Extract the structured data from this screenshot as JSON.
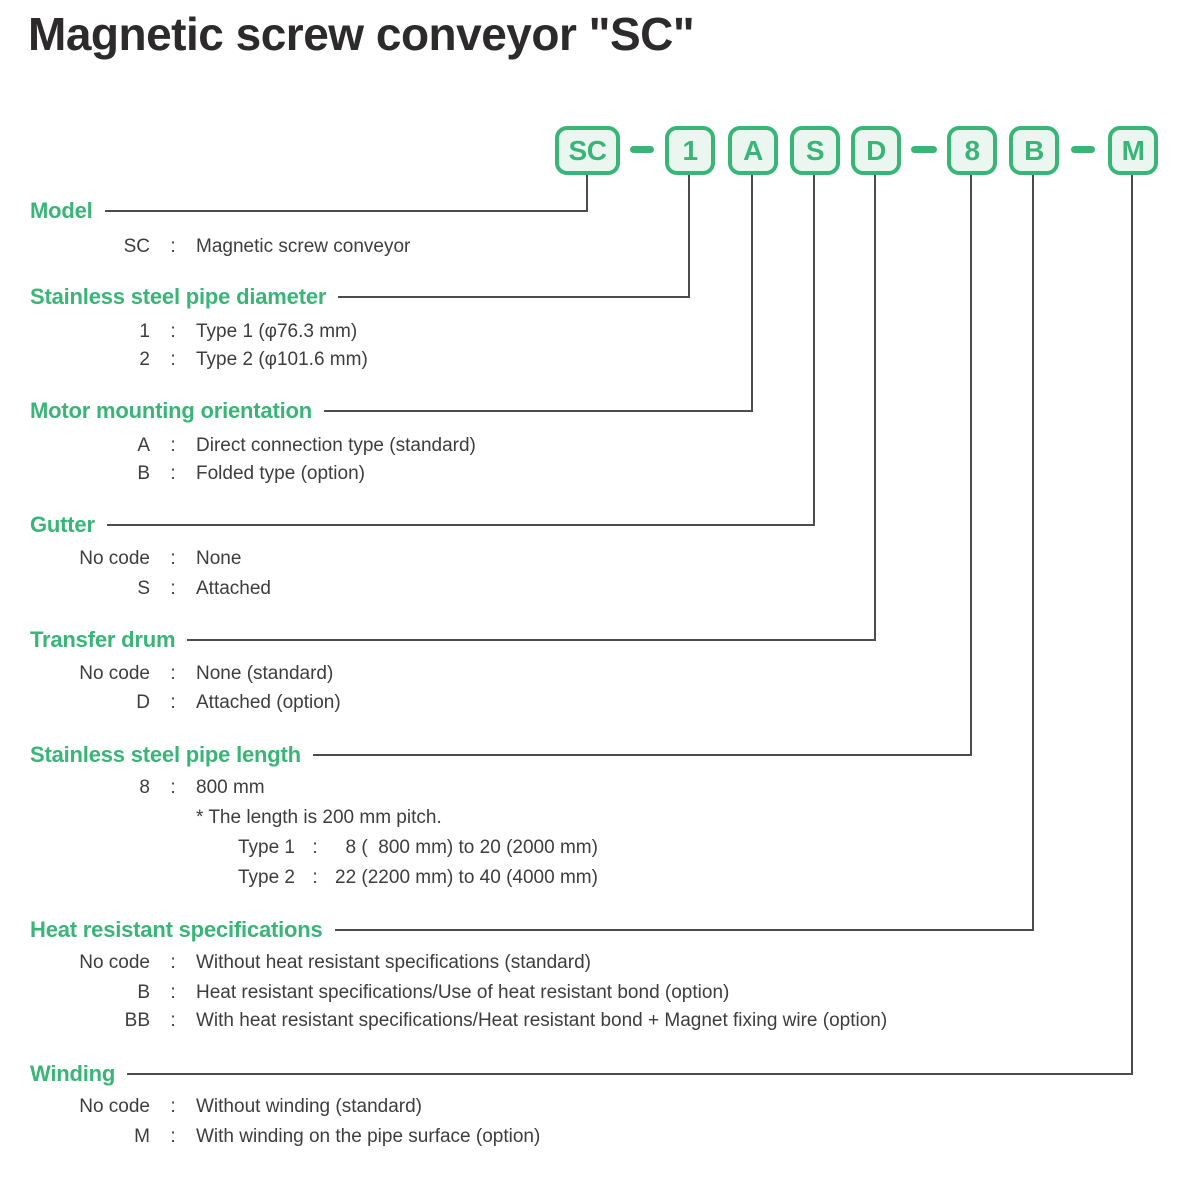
{
  "title": "Magnetic screw conveyor \"SC\"",
  "colors": {
    "accent_green": "#3ab578",
    "box_fill": "#ecf6f0",
    "connector_gray": "#4c4c4c",
    "body_text": "#3e3c3d",
    "title_text": "#2d2a2b"
  },
  "code_row": {
    "items": [
      {
        "kind": "box",
        "label": "SC"
      },
      {
        "kind": "dash",
        "label": "-"
      },
      {
        "kind": "box",
        "label": "1"
      },
      {
        "kind": "box",
        "label": "A"
      },
      {
        "kind": "box",
        "label": "S"
      },
      {
        "kind": "box",
        "label": "D"
      },
      {
        "kind": "dash",
        "label": "-"
      },
      {
        "kind": "box",
        "label": "8"
      },
      {
        "kind": "box",
        "label": "B"
      },
      {
        "kind": "dash",
        "label": "-"
      },
      {
        "kind": "box",
        "label": "M"
      }
    ]
  },
  "sections": [
    {
      "heading": "Model",
      "rows": [
        {
          "code": "SC",
          "colon": ":",
          "desc": "Magnetic screw conveyor"
        }
      ]
    },
    {
      "heading": "Stainless steel pipe diameter",
      "rows": [
        {
          "code": "1",
          "colon": ":",
          "desc": "Type 1 (φ76.3 mm)"
        },
        {
          "code": "2",
          "colon": ":",
          "desc": "Type 2 (φ101.6 mm)"
        }
      ]
    },
    {
      "heading": "Motor mounting orientation",
      "rows": [
        {
          "code": "A",
          "colon": ":",
          "desc": "Direct connection type (standard)"
        },
        {
          "code": "B",
          "colon": ":",
          "desc": "Folded type (option)"
        }
      ]
    },
    {
      "heading": "Gutter",
      "rows": [
        {
          "code": "No code",
          "colon": ":",
          "desc": "None"
        },
        {
          "code": "S",
          "colon": ":",
          "desc": "Attached"
        }
      ]
    },
    {
      "heading": "Transfer drum",
      "rows": [
        {
          "code": "No code",
          "colon": ":",
          "desc": "None (standard)"
        },
        {
          "code": "D",
          "colon": ":",
          "desc": "Attached (option)"
        }
      ]
    },
    {
      "heading": "Stainless steel pipe length",
      "rows": [
        {
          "code": "8",
          "colon": ":",
          "desc": "800 mm"
        },
        {
          "note": "* The length is 200 mm pitch."
        },
        {
          "sub": "Type 1",
          "colon": ":",
          "desc": "  8 (  800 mm) to 20 (2000 mm)"
        },
        {
          "sub": "Type 2",
          "colon": ":",
          "desc": "22 (2200 mm) to 40 (4000 mm)"
        }
      ]
    },
    {
      "heading": "Heat resistant specifications",
      "rows": [
        {
          "code": "No code",
          "colon": ":",
          "desc": "Without heat resistant specifications (standard)"
        },
        {
          "code": "B",
          "colon": ":",
          "desc": "Heat resistant specifications/Use of heat resistant bond (option)"
        },
        {
          "code": "BB",
          "colon": ":",
          "desc": "With heat resistant specifications/Heat resistant bond + Magnet fixing wire (option)"
        }
      ]
    },
    {
      "heading": "Winding",
      "rows": [
        {
          "code": "No code",
          "colon": ":",
          "desc": "Without winding (standard)"
        },
        {
          "code": "M",
          "colon": ":",
          "desc": "With winding on the pipe surface (option)"
        }
      ]
    }
  ]
}
